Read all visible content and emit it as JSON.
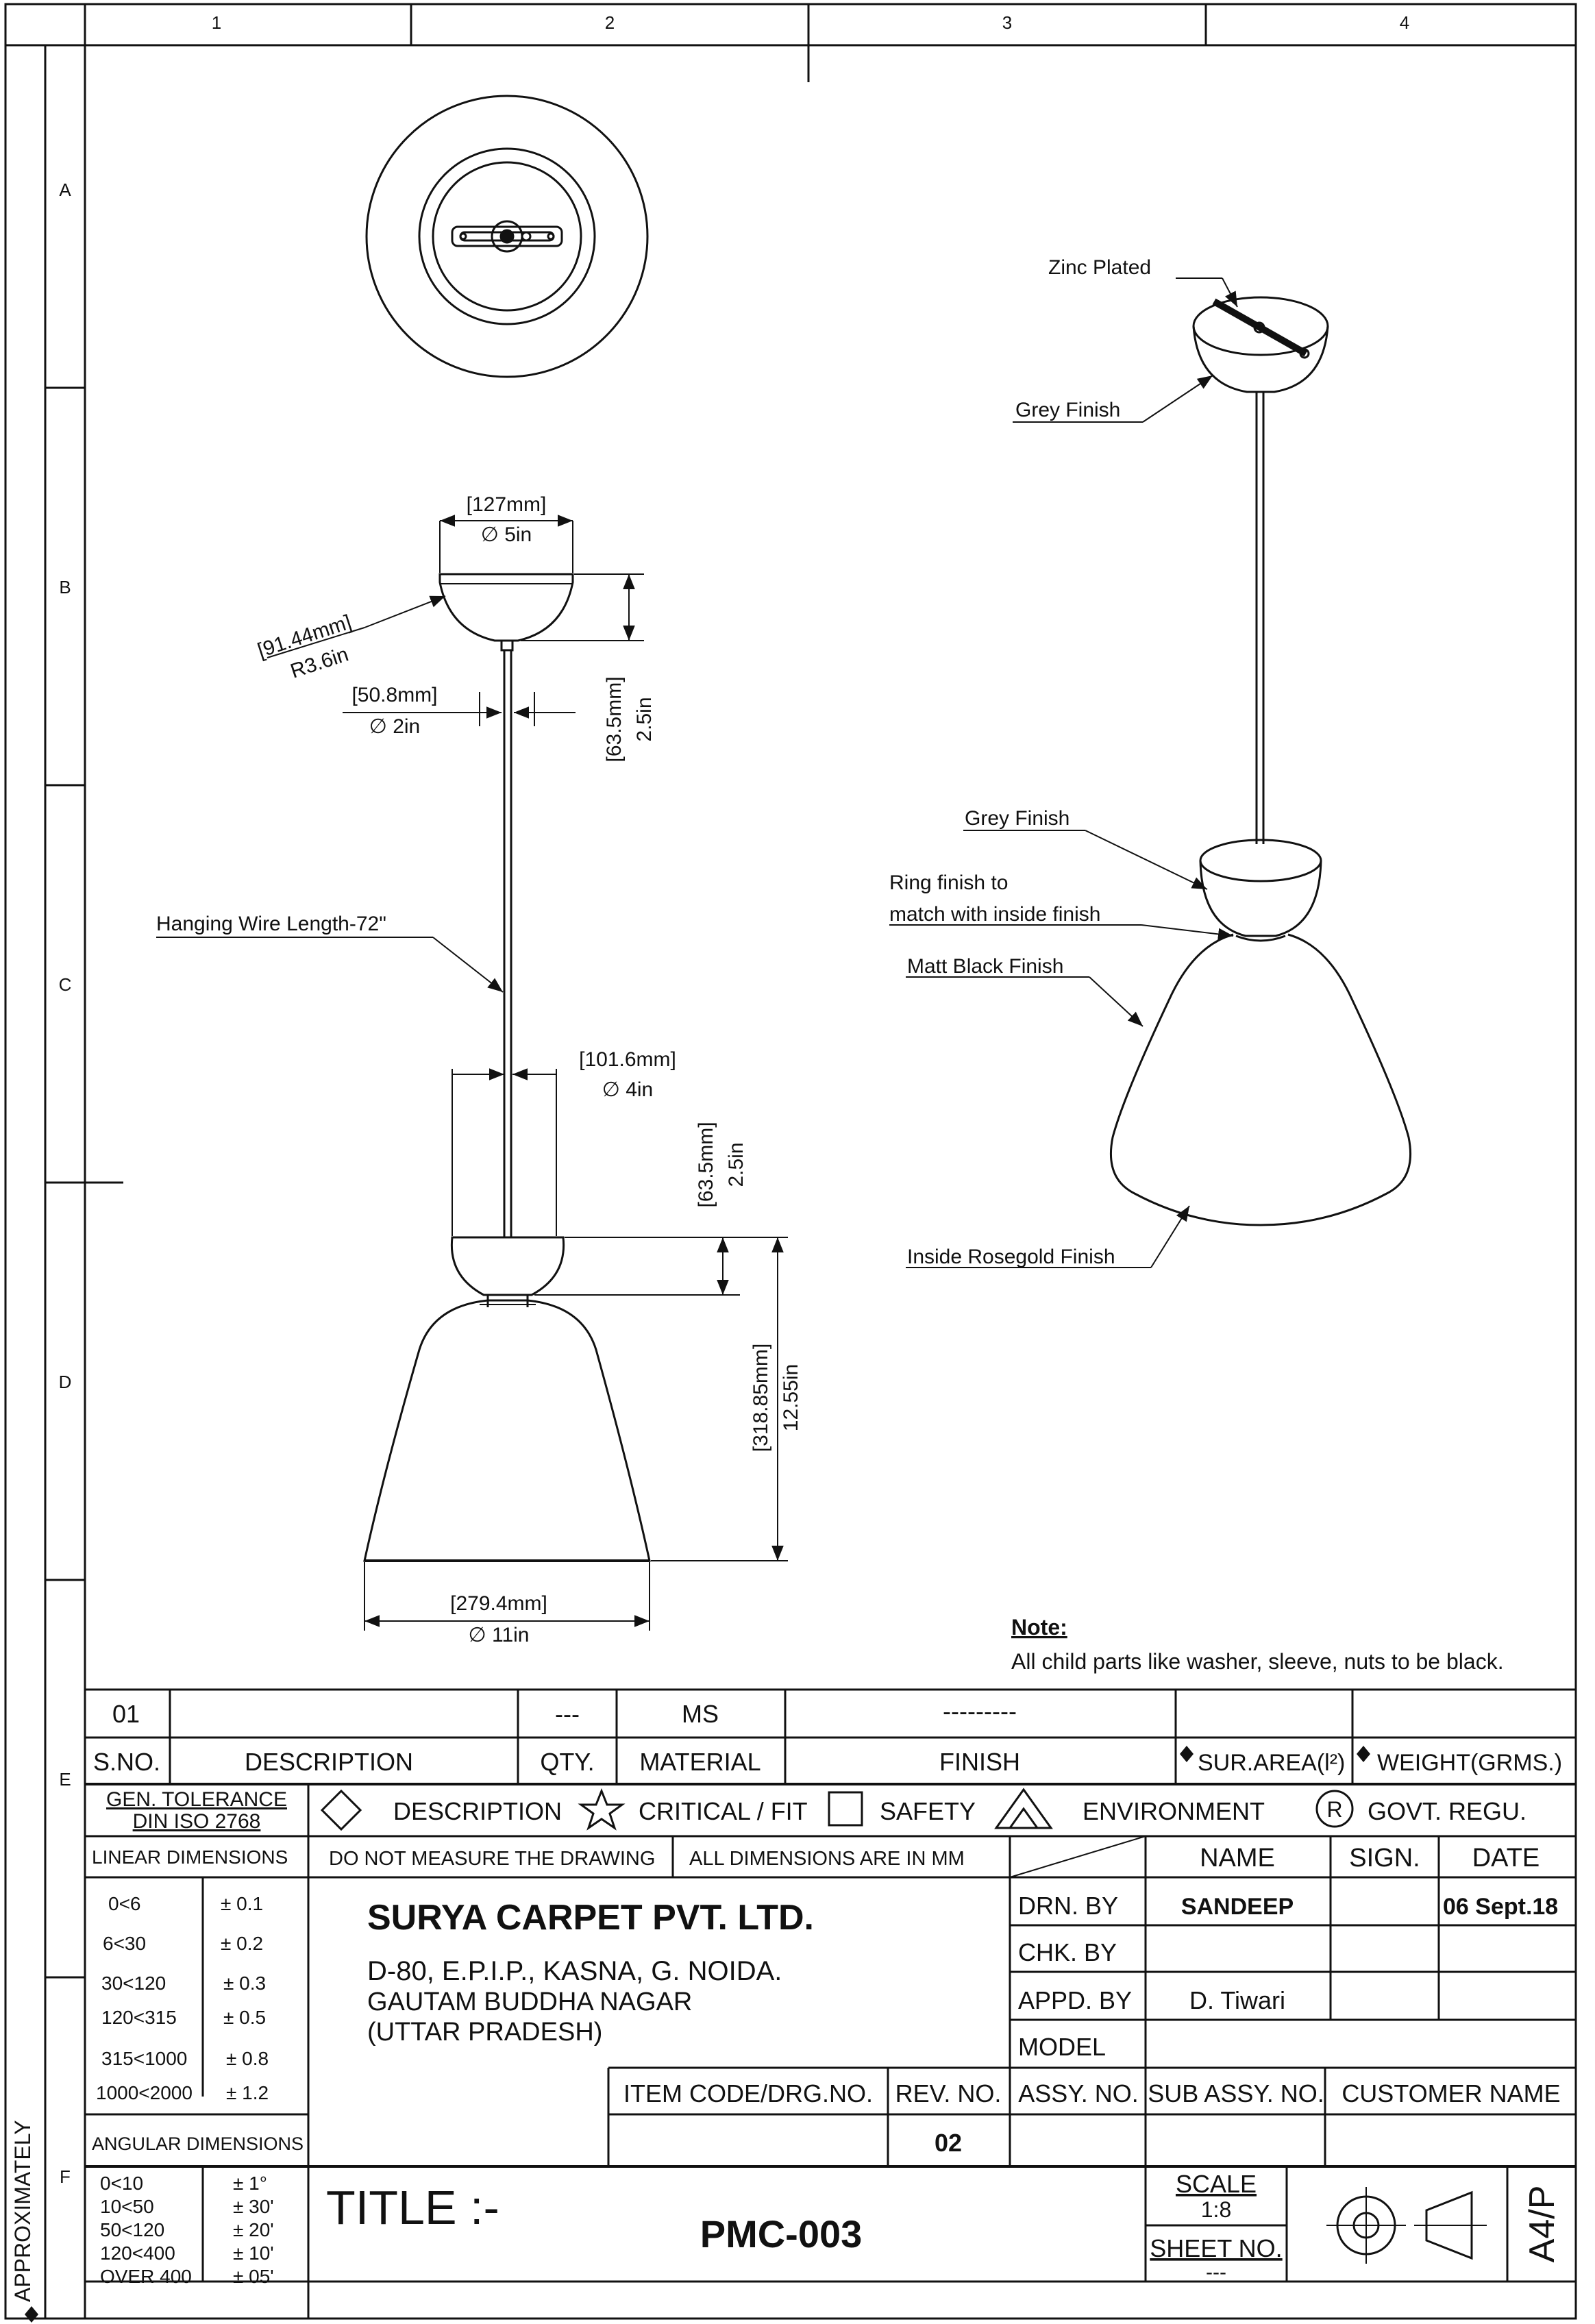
{
  "border": {
    "columns": [
      "1",
      "2",
      "3",
      "4"
    ],
    "rows": [
      "A",
      "B",
      "C",
      "D",
      "E",
      "F"
    ],
    "side_text": "APPROXIMATELY"
  },
  "drawing": {
    "dim_hub_mm": "[127mm]",
    "dim_hub_in": "∅ 5in",
    "dim_radius_mm": "[91.44mm]",
    "dim_radius_in": "R3.6in",
    "dim_stem_mm": "[50.8mm]",
    "dim_stem_in": "∅ 2in",
    "dim_canopy_h_mm": "[63.5mm]",
    "dim_canopy_h_in": "2.5in",
    "dim_collar_mm": "[101.6mm]",
    "dim_collar_in": "∅ 4in",
    "dim_collar_h_mm": "[63.5mm]",
    "dim_collar_h_in": "2.5in",
    "dim_total_h_mm": "[318.85mm]",
    "dim_total_h_in": "12.55in",
    "dim_shade_mm": "[279.4mm]",
    "dim_shade_in": "∅ 11in",
    "label_wire": "Hanging Wire Length-72\"",
    "label_zinc": "Zinc Plated",
    "label_grey1": "Grey Finish",
    "label_grey2": "Grey Finish",
    "label_ring1": "Ring finish to",
    "label_ring2": "match with inside finish",
    "label_matt": "Matt Black Finish",
    "label_inside": "Inside Rosegold Finish",
    "note_title": "Note:",
    "note_text": "All child parts like washer, sleeve, nuts to be black."
  },
  "bom": {
    "row": {
      "sno": "01",
      "description": "",
      "qty": "---",
      "material": "MS",
      "finish": "---------",
      "surarea": "",
      "weight": ""
    },
    "headers": {
      "sno": "S.NO.",
      "description": "DESCRIPTION",
      "qty": "QTY.",
      "material": "MATERIAL",
      "finish": "FINISH",
      "surarea": "SUR.AREA(l²)",
      "weight": "WEIGHT(GRMS.)"
    }
  },
  "legend": {
    "gen_tol_1": "GEN. TOLERANCE",
    "gen_tol_2": "DIN ISO 2768",
    "description": "DESCRIPTION",
    "critical": "CRITICAL / FIT",
    "safety": "SAFETY",
    "environment": "ENVIRONMENT",
    "govt": "GOVT. REGU.",
    "govt_symbol": "R"
  },
  "tolerances": {
    "linear_title": "LINEAR DIMENSIONS",
    "linear": [
      {
        "range": "0<6",
        "tol": "± 0.1"
      },
      {
        "range": "6<30",
        "tol": "± 0.2"
      },
      {
        "range": "30<120",
        "tol": "± 0.3"
      },
      {
        "range": "120<315",
        "tol": "± 0.5"
      },
      {
        "range": "315<1000",
        "tol": "± 0.8"
      },
      {
        "range": "1000<2000",
        "tol": "± 1.2"
      }
    ],
    "angular_title": "ANGULAR DIMENSIONS",
    "angular": [
      {
        "range": "0<10",
        "tol": "± 1°"
      },
      {
        "range": "10<50",
        "tol": "± 30'"
      },
      {
        "range": "50<120",
        "tol": "± 20'"
      },
      {
        "range": "120<400",
        "tol": "± 10'"
      },
      {
        "range": "OVER 400",
        "tol": "± 05'"
      }
    ]
  },
  "titleblock": {
    "no_measure": "DO NOT MEASURE THE DRAWING",
    "all_mm": "ALL DIMENSIONS ARE IN MM",
    "company": "SURYA CARPET PVT. LTD.",
    "address1": "D-80, E.P.I.P., KASNA, G. NOIDA.",
    "address2": "GAUTAM BUDDHA NAGAR",
    "address3": "(UTTAR PRADESH)",
    "name_h": "NAME",
    "sign_h": "SIGN.",
    "date_h": "DATE",
    "drn_label": "DRN. BY",
    "drn_name": "SANDEEP",
    "drn_date": "06 Sept.18",
    "chk_label": "CHK. BY",
    "appd_label": "APPD. BY",
    "appd_name": "D. Tiwari",
    "model_label": "MODEL",
    "item_code": "ITEM CODE/DRG.NO.",
    "rev_no": "REV. NO.",
    "assy_no": "ASSY. NO.",
    "sub_assy_no": "SUB ASSY. NO.",
    "customer": "CUSTOMER NAME",
    "rev_value": "02",
    "title_label": "TITLE :-",
    "title_value": "PMC-003",
    "scale_label": "SCALE",
    "scale_value": "1:8",
    "sheet_label": "SHEET NO.",
    "sheet_value": "---",
    "paper": "A4/P"
  }
}
